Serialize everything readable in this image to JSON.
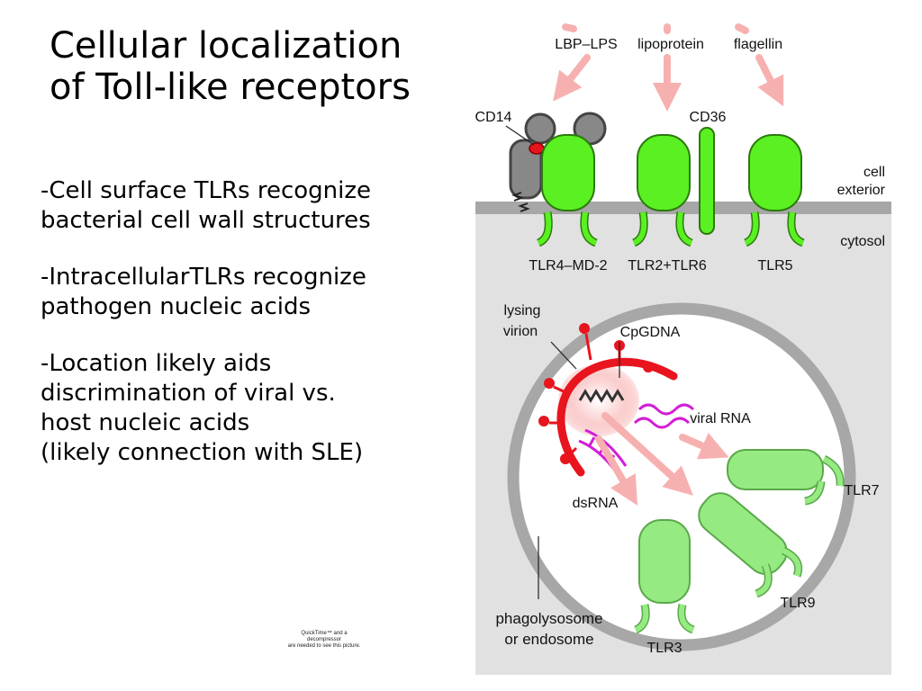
{
  "title": {
    "line1": "Cellular localization",
    "line2": "of Toll-like receptors"
  },
  "bullets": [
    {
      "lines": [
        "-Cell surface TLRs recognize",
        "bacterial cell wall structures"
      ]
    },
    {
      "lines": [
        "-IntracellularTLRs recognize",
        "pathogen nucleic acids"
      ]
    },
    {
      "lines": [
        "-Location likely aids",
        "discrimination of viral vs.",
        "host nucleic acids",
        "(likely connection with SLE)"
      ]
    }
  ],
  "quicktime_note": {
    "line1": "QuickTime™ and a",
    "line2": "decompressor",
    "line3": "are needed to see this picture."
  },
  "diagram": {
    "ligands": {
      "lbp_lps": "LBP–LPS",
      "lipoprotein": "lipoprotein",
      "flagellin": "flagellin"
    },
    "labels": {
      "cd14": "CD14",
      "cd36": "CD36",
      "cell_exterior_1": "cell",
      "cell_exterior_2": "exterior",
      "cytosol": "cytosol",
      "tlr4": "TLR4–MD-2",
      "tlr2": "TLR2+TLR6",
      "tlr5": "TLR5",
      "lysing_1": "lysing",
      "lysing_2": "virion",
      "cpg": "CpGDNA",
      "viral_rna": "viral RNA",
      "dsrna": "dsRNA",
      "tlr7": "TLR7",
      "tlr9": "TLR9",
      "tlr3": "TLR3",
      "phago_1": "phagolysosome",
      "phago_2": "or endosome"
    },
    "colors": {
      "receptor_green": "#5af022",
      "receptor_light": "#96ea82",
      "pink_arrow": "#f7b0b0",
      "virus_red": "#e8141e",
      "rna_magenta": "#d21ed6",
      "membrane_gray": "#a7a7a7",
      "cytosol_bg": "#e1e1e1"
    }
  }
}
